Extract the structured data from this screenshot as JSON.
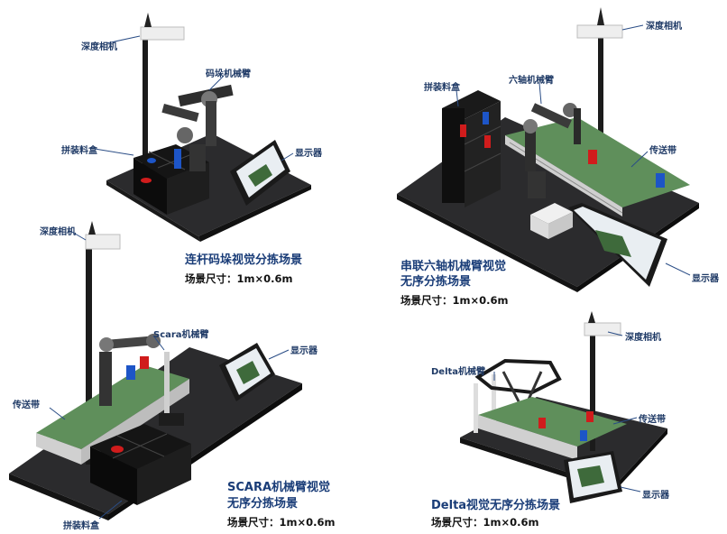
{
  "scenes": {
    "linkage": {
      "labels": {
        "depth_camera": "深度相机",
        "arm": "码垛机械臂",
        "bin": "拼装料盒",
        "monitor": "显示器"
      },
      "title": "连杆码垛视觉分拣场景",
      "size": "场景尺寸：1m×0.6m"
    },
    "six_axis": {
      "labels": {
        "depth_camera": "深度相机",
        "arm": "六轴机械臂",
        "bin": "拼装料盒",
        "conveyor": "传送带",
        "monitor": "显示器"
      },
      "title_line1": "串联六轴机械臂视觉",
      "title_line2": "无序分拣场景",
      "size": "场景尺寸：1m×0.6m"
    },
    "scara": {
      "labels": {
        "depth_camera": "深度相机",
        "arm": "Scara机械臂",
        "monitor": "显示器",
        "conveyor": "传送带",
        "bin": "拼装料盒"
      },
      "title_line1": "SCARA机械臂视觉",
      "title_line2": "无序分拣场景",
      "size": "场景尺寸：1m×0.6m"
    },
    "delta": {
      "labels": {
        "depth_camera": "深度相机",
        "arm": "Delta机械臂",
        "conveyor": "传送带",
        "monitor": "显示器"
      },
      "title": "Delta视觉无序分拣场景",
      "size": "场景尺寸：1m×0.6m"
    }
  },
  "colors": {
    "label": "#1f3a66",
    "title": "#1a3d78",
    "platform": "#2b2b2d",
    "belt": "#5f8f5b",
    "object_red": "#d01c1c",
    "object_blue": "#1d55c7"
  }
}
